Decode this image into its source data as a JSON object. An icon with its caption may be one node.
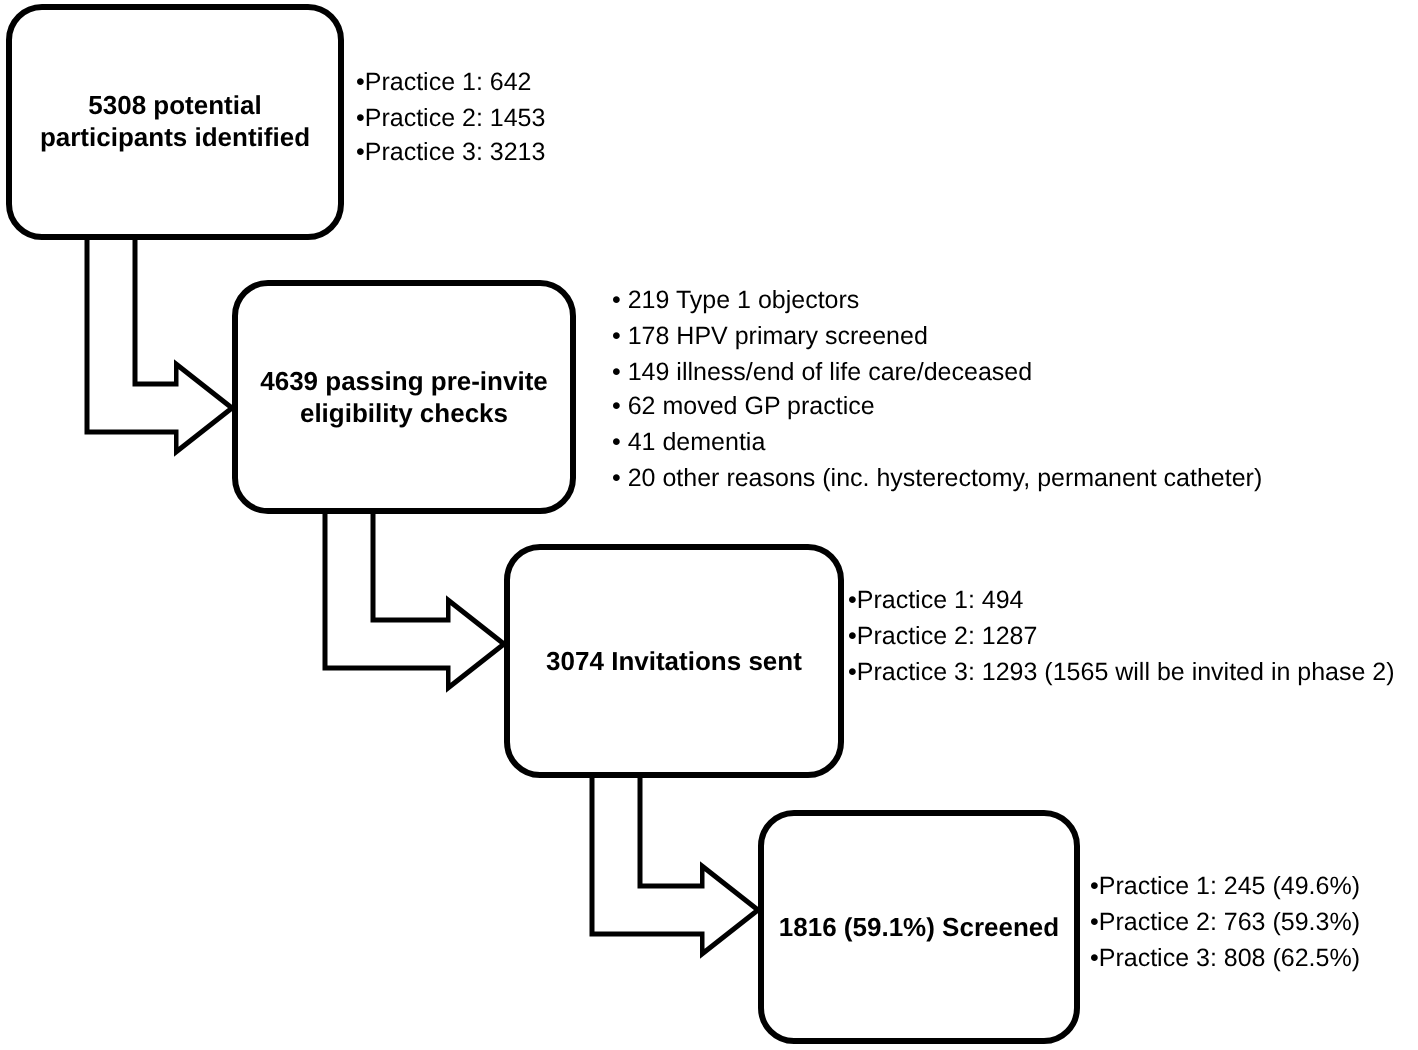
{
  "diagram": {
    "nodes": [
      {
        "text": [
          "5308 potential participants identified"
        ],
        "beside": [
          "•Practice 1: 642",
          "•Practice 2: 1453",
          "•Practice 3: 3213"
        ]
      },
      {
        "text": [
          "4639 passing pre-invite eligibility checks"
        ],
        "beside": [
          "• 219 Type 1 objectors",
          "• 178 HPV primary screened",
          "• 149 illness/end of life care/deceased",
          "• 62 moved GP practice",
          "• 41 dementia",
          "• 20 other reasons (inc. hysterectomy, permanent catheter)"
        ]
      },
      {
        "text": [
          "3074 Invitations sent"
        ],
        "beside": [
          "•Practice 1: 494",
          "•Practice 2: 1287",
          "•Practice 3: 1293 (1565 will be invited in phase 2)"
        ]
      },
      {
        "text": [
          "1816 (59.1%) Screened"
        ],
        "beside": [
          "•Practice 1: 245 (49.6%)",
          "•Practice 2: 763 (59.3%)",
          "•Practice 3: 808 (62.5%)"
        ]
      }
    ],
    "edges": [
      {
        "from": 0,
        "to": 1,
        "arrow": "to"
      },
      {
        "from": 1,
        "to": 2,
        "arrow": "to"
      },
      {
        "from": 2,
        "to": 3,
        "arrow": "to"
      }
    ]
  }
}
